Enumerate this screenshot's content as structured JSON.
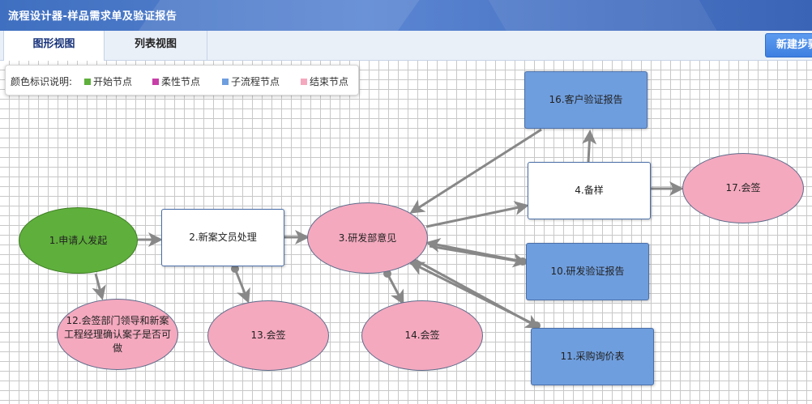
{
  "window": {
    "title": "流程设计器-样品需求单及验证报告"
  },
  "tabs": [
    {
      "label": "图形视图"
    },
    {
      "label": "列表视图"
    }
  ],
  "toolbar": {
    "new_step": "新建步骤"
  },
  "legend": {
    "label": "颜色标识说明:",
    "items": [
      {
        "name": "开始节点",
        "color": "#5faf3c"
      },
      {
        "name": "柔性节点",
        "color": "#c83fa8"
      },
      {
        "name": "子流程节点",
        "color": "#6f9ede"
      },
      {
        "name": "结束节点",
        "color": "#f4a9bf"
      }
    ]
  },
  "nodes": {
    "n1": {
      "label": "1.申请人发起"
    },
    "n2": {
      "label": "2.新案文员处理"
    },
    "n3": {
      "label": "3.研发部意见"
    },
    "n4": {
      "label": "4.备样"
    },
    "n10": {
      "label": "10.研发验证报告"
    },
    "n11": {
      "label": "11.采购询价表"
    },
    "n12": {
      "label": "12.会签部门领导和新案工程经理确认案子是否可做"
    },
    "n13": {
      "label": "13.会签"
    },
    "n14": {
      "label": "14.会签"
    },
    "n16": {
      "label": "16.客户验证报告"
    },
    "n17": {
      "label": "17.会签"
    }
  }
}
